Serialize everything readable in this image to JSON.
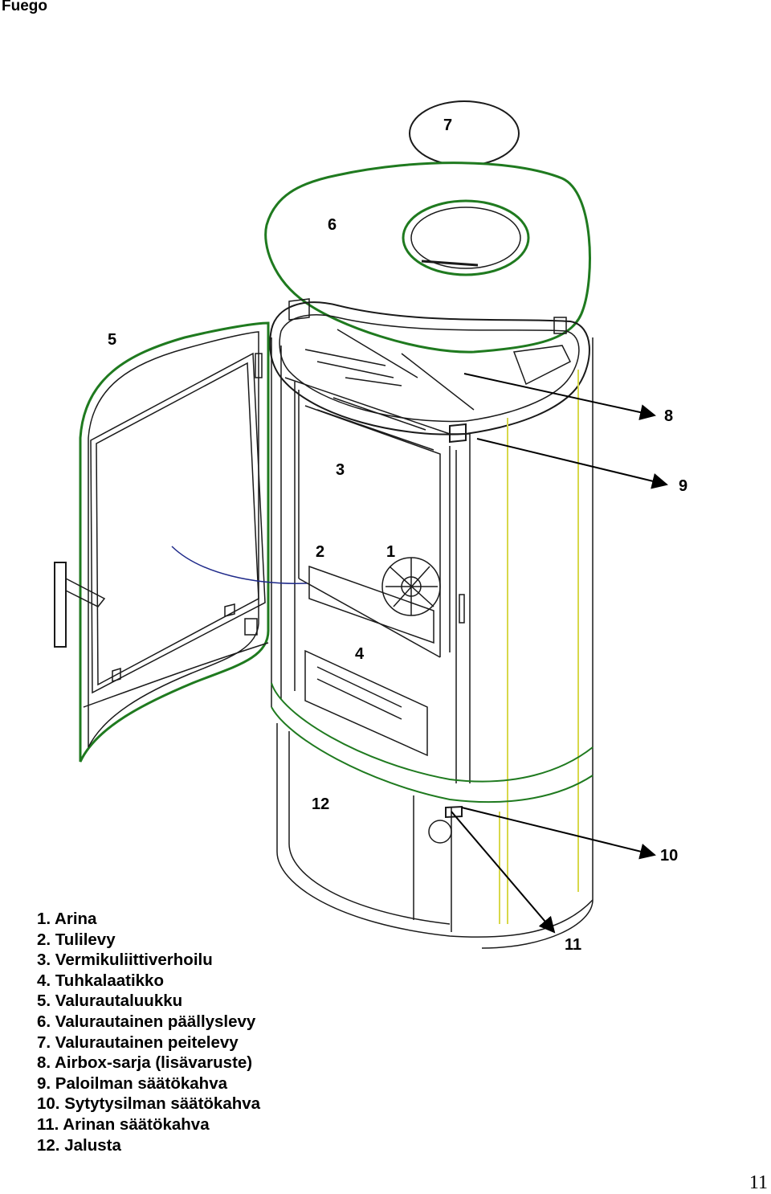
{
  "header": {
    "title": "Fuego"
  },
  "callouts": {
    "n1": "1",
    "n2": "2",
    "n3": "3",
    "n4": "4",
    "n5": "5",
    "n6": "6",
    "n7": "7",
    "n8": "8",
    "n9": "9",
    "n10": "10",
    "n11": "11",
    "n12": "12"
  },
  "legend": {
    "items": [
      "1. Arina",
      "2. Tulilevy",
      "3. Vermikuliittiverhoilu",
      "4. Tuhkalaatikko",
      "5. Valurautaluukku",
      "6. Valurautainen päällyslevy",
      "7. Valurautainen peitelevy",
      "8. Airbox-sarja (lisävaruste)",
      "9. Paloilman säätökahva",
      "10. Sytytysilman säätökahva",
      "11. Arinan säätökahva",
      "12. Jalusta"
    ]
  },
  "page": {
    "number": "11"
  },
  "colors": {
    "outline": "#1a1a1a",
    "green": "#1f7a1f",
    "yellow": "#d8d84a",
    "blue": "#1f2a8a"
  }
}
